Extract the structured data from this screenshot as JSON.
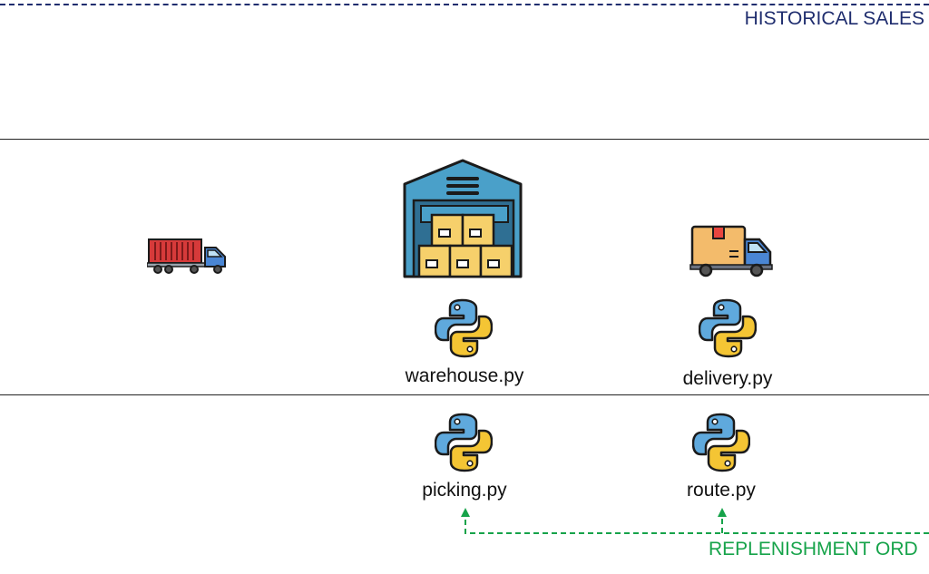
{
  "labels": {
    "historical_sales": "HISTORICAL SALES",
    "replenishment": "REPLENISHMENT ORD"
  },
  "files": {
    "warehouse": "warehouse.py",
    "delivery": "delivery.py",
    "picking": "picking.py",
    "route": "route.py"
  },
  "icons": [
    "container-truck-icon",
    "warehouse-icon",
    "delivery-truck-icon",
    "python-icon"
  ],
  "colors": {
    "dashed_top": "#1f2d6e",
    "replenishment_arrow": "#16a34a",
    "python_blue": "#3776ab",
    "python_yellow": "#f2c230"
  }
}
